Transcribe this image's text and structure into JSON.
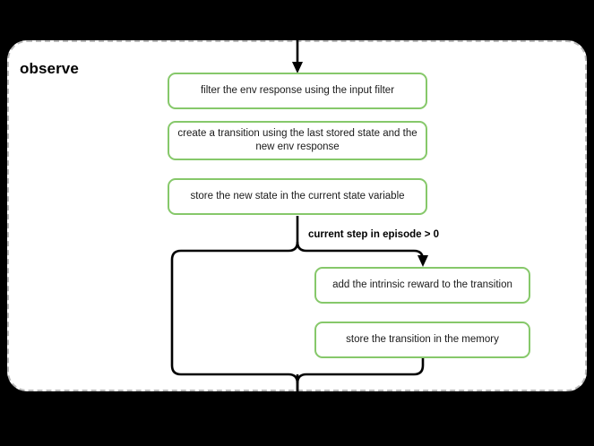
{
  "diagram": {
    "title": "observe",
    "background_color": "#000000",
    "container": {
      "name": "observe-group",
      "border_style": "dashed",
      "border_color": "#b9b9b9",
      "fill_color": "#ffffff"
    },
    "node_style": {
      "border_color": "#86c86a",
      "fill_color": "#ffffff",
      "text_color": "#1a1a1a"
    },
    "edge_color": "#000000",
    "nodes": [
      {
        "id": "filter-env-response",
        "label": "filter the env response using the input filter",
        "column": "main"
      },
      {
        "id": "create-transition",
        "label": "create a transition using the last stored state and the new env response",
        "column": "main"
      },
      {
        "id": "store-new-state",
        "label": "store the new state in the current state variable",
        "column": "main"
      },
      {
        "id": "add-intrinsic-reward",
        "label": "add the intrinsic reward to the transition",
        "column": "branch"
      },
      {
        "id": "store-transition-memory",
        "label": "store the transition in the memory",
        "column": "branch"
      }
    ],
    "edges": [
      {
        "id": "entry-edge",
        "from": "outside-top",
        "to": "filter-env-response",
        "label": ""
      },
      {
        "id": "condition-edge",
        "from": "store-new-state",
        "to": "add-intrinsic-reward",
        "label": "current step in episode > 0"
      },
      {
        "id": "bypass-edge",
        "from": "store-new-state",
        "to": "exit",
        "label": ""
      },
      {
        "id": "exit-edge",
        "from": "merge-point",
        "to": "outside-bottom",
        "label": ""
      }
    ],
    "branch_condition": "current step in episode > 0"
  }
}
